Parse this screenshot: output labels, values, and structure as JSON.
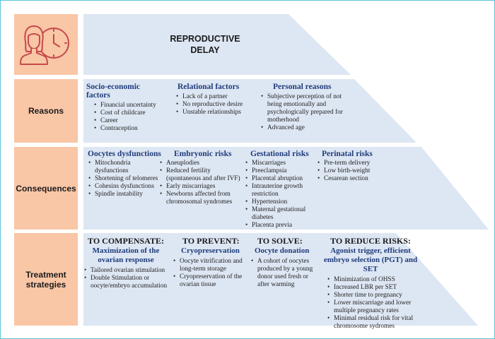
{
  "header": {
    "icon": "woman-clock-icon",
    "title_line1": "REPRODUCTIVE",
    "title_line2": "DELAY"
  },
  "rows": {
    "reasons": "Reasons",
    "consequences": "Consequences",
    "treatment": "Treatment strategies"
  },
  "reasons": [
    {
      "heading": "Socio-economic factors",
      "items": [
        "Financial uncertainty",
        "Cost of childcare",
        "Career",
        "Contraception"
      ]
    },
    {
      "heading": "Relational factors",
      "items": [
        "Lack of a partner",
        "No reproductive desire",
        "Unstable relationships"
      ]
    },
    {
      "heading": "Personal reasons",
      "items": [
        "Subjective perception of not being emotionally and psychologically prepared for motherhood",
        "Advanced age"
      ]
    }
  ],
  "consequences": [
    {
      "heading": "Oocytes dysfunctions",
      "items": [
        "Mitochondria dysfunctions",
        "Shortening of telomeres",
        "Cohesins dysfunctions",
        "Spindle instability"
      ]
    },
    {
      "heading": "Embryonic risks",
      "items": [
        "Aneuplodies",
        "Reduced fertility (spontaneous and after IVF)",
        "Early miscarriages",
        "Newborns affected from chromosomal syndromes"
      ]
    },
    {
      "heading": "Gestational risks",
      "items": [
        "Miscarriages",
        "Preeclampsia",
        "Placental abruption",
        "Intrauterine growth restriction",
        "Hypertension",
        "Maternal gestational diabetes",
        "Placenta previa"
      ]
    },
    {
      "heading": "Perinatal risks",
      "items": [
        "Pre-term delivery",
        "Low birth-weight",
        "Cesarean section"
      ]
    }
  ],
  "treatments": [
    {
      "heading": "TO COMPENSATE:",
      "subtitle": "Maximization of the ovarian response",
      "items": [
        "Tailored ovarian stimulation",
        "Double Stimulation or oocyte/embryo accumulation"
      ]
    },
    {
      "heading": "TO PREVENT:",
      "subtitle": "Cryopreservation",
      "items": [
        "Oocyte vitrification and long-term storage",
        "Cryopreservation of the ovarian tissue"
      ]
    },
    {
      "heading": "TO SOLVE:",
      "subtitle": "Oocyte donation",
      "items": [
        "A cohort of oocytes produced by a young donor used fresh or after warming"
      ]
    },
    {
      "heading": "TO REDUCE RISKS:",
      "subtitle": "Agonist trigger, efficient embryo selection (PGT) and SET",
      "items": [
        "Minimization of OHSS",
        "Increased LBR per SET",
        "Shorter time to pregnancy",
        "Lower miscarriage and lower multiple pregnancy rates",
        "Minimal residual risk for vital chromosome sydromes"
      ]
    }
  ],
  "colors": {
    "band": "#dde6f3",
    "label": "#f9c6a6",
    "heading": "#1f3c7a",
    "frame": "#5fc3d6"
  }
}
